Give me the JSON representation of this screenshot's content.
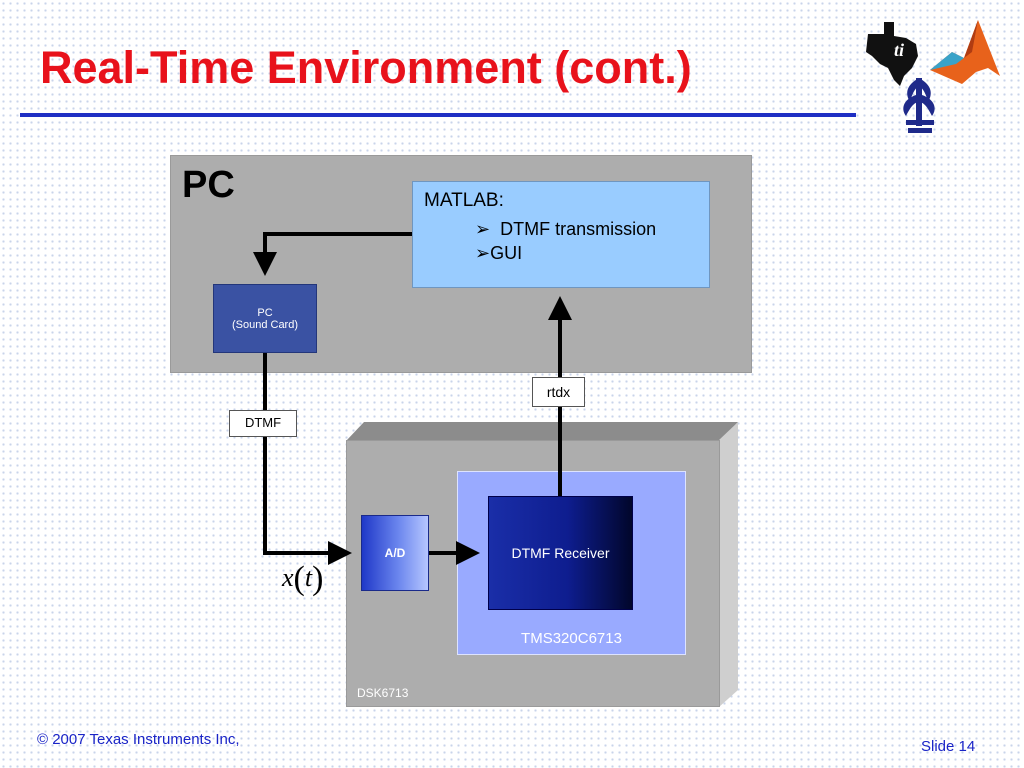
{
  "slide": {
    "title": "Real-Time Environment (cont.)",
    "copyright": "© 2007 Texas Instruments Inc,",
    "slide_number": "Slide 14"
  },
  "diagram": {
    "pc_label": "PC",
    "matlab": {
      "title": "MATLAB:",
      "bullets": [
        "DTMF transmission",
        "GUI"
      ],
      "bullet_glyph": "➢"
    },
    "sound_card": {
      "line1": "PC",
      "line2": "(Sound Card)"
    },
    "rtdx_label": "rtdx",
    "dtmf_label": "DTMF",
    "ad_label": "A/D",
    "receiver_label": "DTMF Receiver",
    "tms_label": "TMS320C6713",
    "dsk_label": "DSK6713",
    "signal_label_base": "x",
    "signal_label_arg": "t"
  },
  "logos": [
    "texas-instruments-logo",
    "matlab-logo",
    "tel-aviv-university-logo"
  ],
  "colors": {
    "title": "#e8121b",
    "rule": "#1f2fc4",
    "panel_gray": "#adadad",
    "matlab_box": "#99ccff",
    "sound_card_box": "#3a52a3",
    "tms_box": "#99aaff",
    "footer_text": "#1a24c7"
  }
}
